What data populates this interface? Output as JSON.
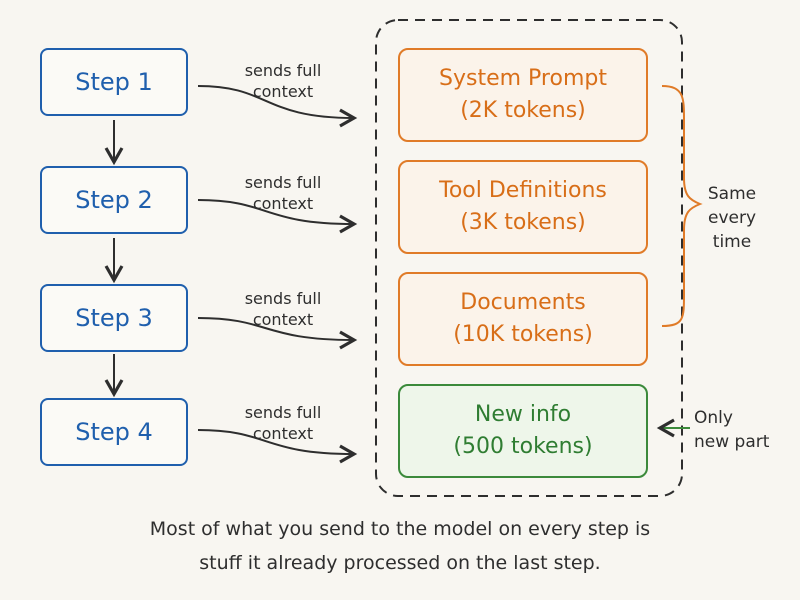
{
  "steps": [
    {
      "label": "Step 1"
    },
    {
      "label": "Step 2"
    },
    {
      "label": "Step 3"
    },
    {
      "label": "Step 4"
    }
  ],
  "connector": {
    "line1": "sends full",
    "line2": "context"
  },
  "context_blocks": [
    {
      "title": "System Prompt",
      "detail": "(2K tokens)"
    },
    {
      "title": "Tool Definitions",
      "detail": "(3K tokens)"
    },
    {
      "title": "Documents",
      "detail": "(10K tokens)"
    }
  ],
  "new_block": {
    "title": "New info",
    "detail": "(500 tokens)"
  },
  "same_label": {
    "line1": "Same",
    "line2": "every",
    "line3": "time"
  },
  "only_label": {
    "line1": "Only",
    "line2": "new part"
  },
  "footnote": {
    "line1": "Most of what you send to the model on every step is",
    "line2": "stuff it already processed on the last step."
  },
  "colors": {
    "step_blue": "#1f5fad",
    "cached_orange": "#e07b28",
    "new_green": "#3b8a3b",
    "ink": "#2e2e2e"
  }
}
